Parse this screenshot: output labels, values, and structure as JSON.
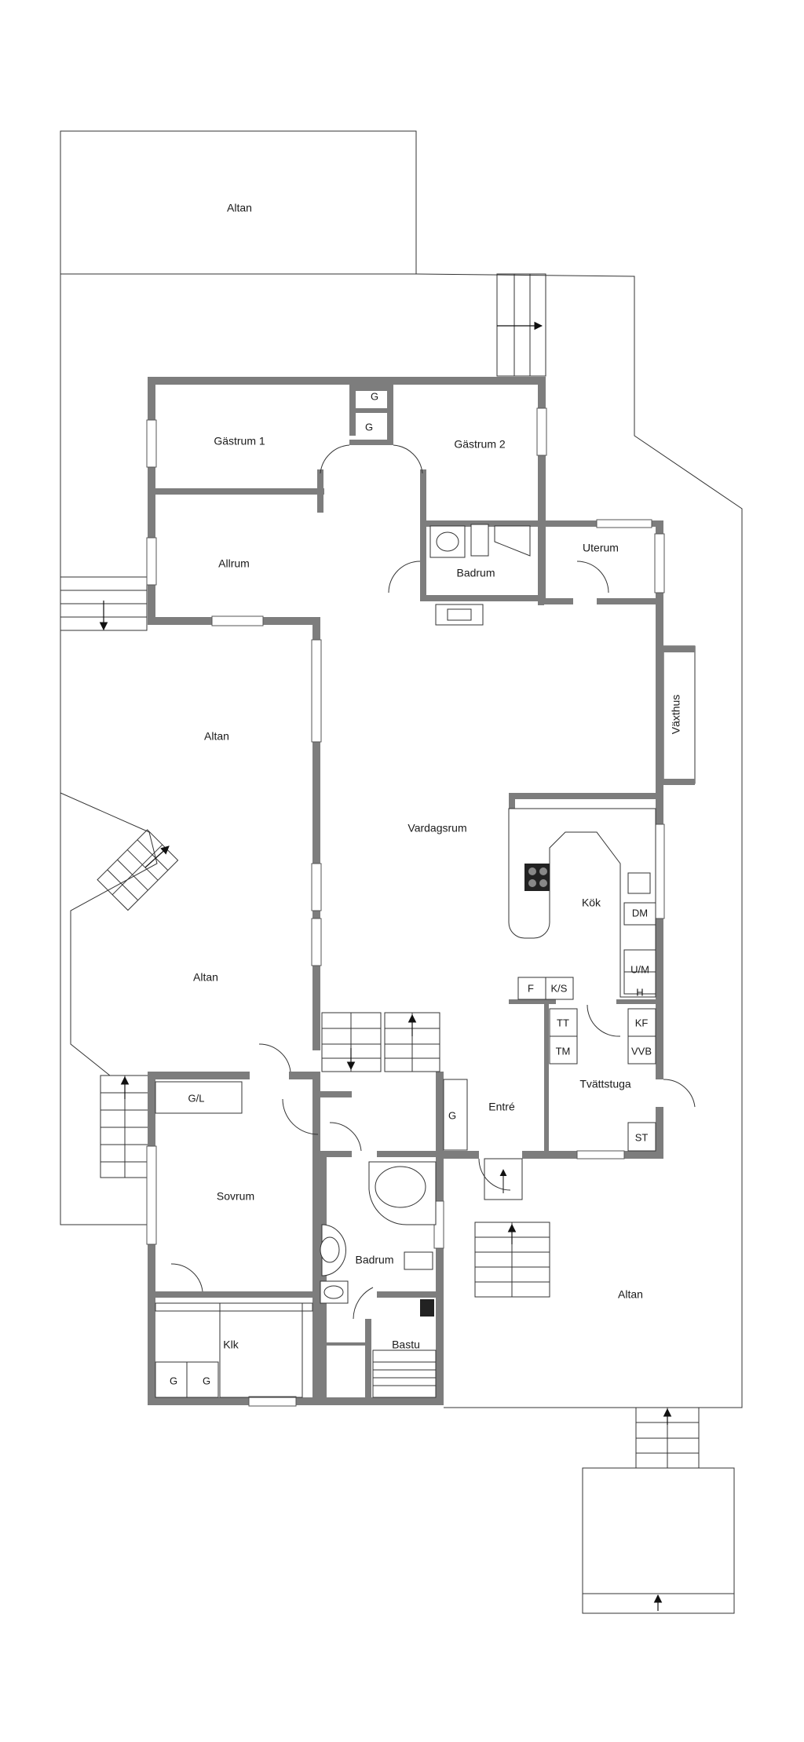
{
  "rooms": {
    "altan_top": "Altan",
    "gastrum1": "Gästrum 1",
    "gastrum2": "Gästrum 2",
    "g_upper1": "G",
    "g_upper2": "G",
    "allrum": "Allrum",
    "badrum_upper": "Badrum",
    "uterum": "Uterum",
    "altan_left": "Altan",
    "vaxthus": "Växthus",
    "vardagsrum": "Vardagsrum",
    "kok": "Kök",
    "dm": "DM",
    "um": "U/M",
    "h": "H",
    "f": "F",
    "ks": "K/S",
    "tt": "TT",
    "tm": "TM",
    "kf": "KF",
    "vvb": "VVB",
    "altan_mid": "Altan",
    "gl": "G/L",
    "entre": "Entré",
    "g_entre": "G",
    "tvattstuga": "Tvättstuga",
    "st": "ST",
    "sovrum": "Sovrum",
    "badrum_lower": "Badrum",
    "bastu": "Bastu",
    "klk": "Klk",
    "g_klk1": "G",
    "g_klk2": "G",
    "altan_right": "Altan"
  }
}
